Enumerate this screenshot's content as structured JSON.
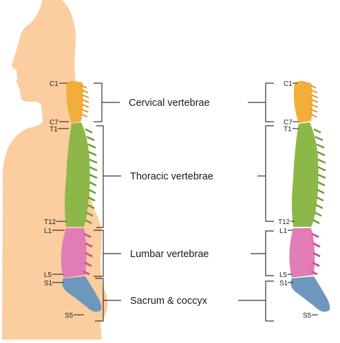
{
  "regions": [
    {
      "name": "Cervical vertebrae",
      "top": "C1",
      "bottom": "C7",
      "color": "#F2AE3B"
    },
    {
      "name": "Thoracic vertebrae",
      "top": "T1",
      "bottom": "T12",
      "color": "#8DB849"
    },
    {
      "name": "Lumbar vertebrae",
      "top": "L1",
      "bottom": "L5",
      "color": "#E27CB6"
    },
    {
      "name": "Sacrum & coccyx",
      "top": "S1",
      "bottom": "S5",
      "color": "#6E97BE"
    }
  ],
  "colors": {
    "skin": "#FCCD9E",
    "line": "#333333"
  }
}
